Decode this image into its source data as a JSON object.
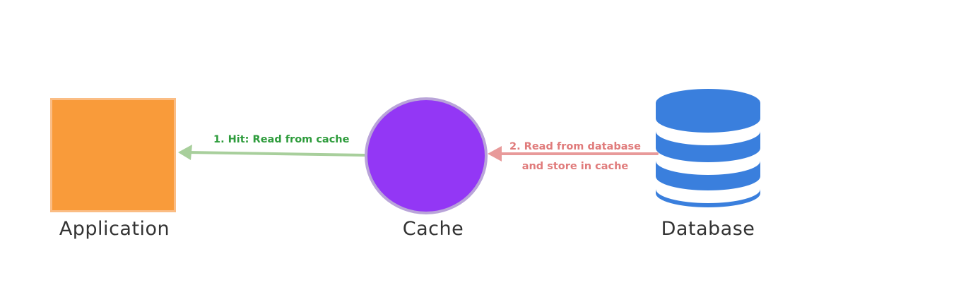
{
  "nodes": {
    "application": {
      "label": "Application",
      "color": "#f99b3a"
    },
    "cache": {
      "label": "Cache",
      "color": "#9337f5"
    },
    "database": {
      "label": "Database",
      "color": "#3a7fdd"
    }
  },
  "edges": {
    "hit": {
      "label": "1. Hit: Read from cache",
      "color": "#2e9c3c",
      "arrow_color": "#a8cf9c",
      "from": "Cache",
      "to": "Application"
    },
    "miss": {
      "label_line1": "2. Read from database",
      "label_line2": "and store in cache",
      "color": "#e07b7b",
      "arrow_color": "#e89a9a",
      "from": "Database",
      "to": "Cache"
    }
  },
  "icons": {
    "database": "database-cylinder-icon"
  }
}
